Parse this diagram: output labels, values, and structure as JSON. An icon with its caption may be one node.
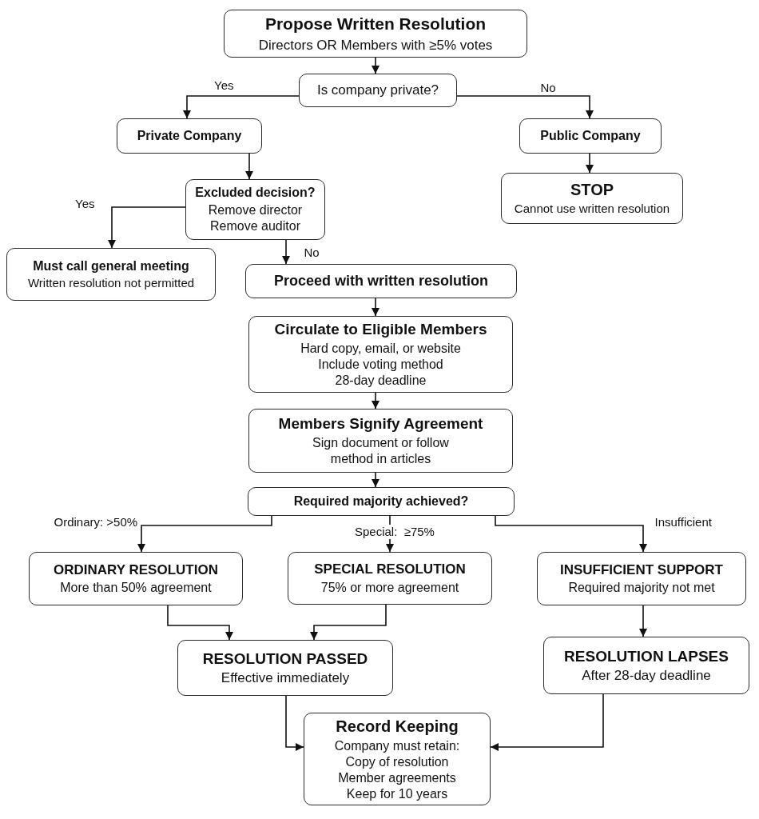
{
  "diagram": {
    "nodes": [
      {
        "text": [
          "Propose Written Resolution",
          "Directors OR Members with ≥5% votes"
        ]
      },
      {
        "text": [
          "Is company private?"
        ]
      },
      {
        "text": [
          "Private Company"
        ]
      },
      {
        "text": [
          "Public Company"
        ]
      },
      {
        "text": [
          "STOP",
          "Cannot use written resolution"
        ]
      },
      {
        "text": [
          "Excluded decision?",
          "Remove director",
          "Remove auditor"
        ]
      },
      {
        "text": [
          "Must call general meeting",
          "Written resolution not permitted"
        ]
      },
      {
        "text": [
          "Proceed with written resolution"
        ]
      },
      {
        "text": [
          "Circulate to Eligible Members",
          "Hard copy, email, or website",
          "Include voting method",
          "28-day deadline"
        ]
      },
      {
        "text": [
          "Members Signify Agreement",
          "Sign document or follow method in articles"
        ]
      },
      {
        "text": [
          "Required majority achieved?"
        ]
      },
      {
        "text": [
          "ORDINARY RESOLUTION",
          "More than 50% agreement"
        ]
      },
      {
        "text": [
          "SPECIAL RESOLUTION",
          "75% or more agreement"
        ]
      },
      {
        "text": [
          "INSUFFICIENT SUPPORT",
          "Required majority not met"
        ]
      },
      {
        "text": [
          "RESOLUTION PASSED",
          "Effective immediately"
        ]
      },
      {
        "text": [
          "RESOLUTION LAPSES",
          "After 28-day deadline"
        ]
      },
      {
        "text": [
          "Record Keeping",
          "Company must retain:",
          "Copy of resolution",
          "Member agreements",
          "Keep for 10 years"
        ]
      }
    ],
    "edges": [
      {
        "from": 0,
        "to": 1,
        "arrow": "to"
      },
      {
        "from": 1,
        "to": 2,
        "arrow": "to",
        "label": "Yes"
      },
      {
        "from": 1,
        "to": 3,
        "arrow": "to",
        "label": "No"
      },
      {
        "from": 2,
        "to": 5,
        "arrow": "to"
      },
      {
        "from": 3,
        "to": 4,
        "arrow": "to"
      },
      {
        "from": 5,
        "to": 6,
        "arrow": "to",
        "label": "Yes"
      },
      {
        "from": 5,
        "to": 7,
        "arrow": "to",
        "label": "No"
      },
      {
        "from": 7,
        "to": 8,
        "arrow": "to"
      },
      {
        "from": 8,
        "to": 9,
        "arrow": "to"
      },
      {
        "from": 9,
        "to": 10,
        "arrow": "to"
      },
      {
        "from": 10,
        "to": 11,
        "arrow": "to",
        "label": "Ordinary: >50%"
      },
      {
        "from": 10,
        "to": 12,
        "arrow": "to",
        "label": "Special:  ≥75%"
      },
      {
        "from": 10,
        "to": 13,
        "arrow": "to",
        "label": "Insufficient"
      },
      {
        "from": 11,
        "to": 14,
        "arrow": "to"
      },
      {
        "from": 12,
        "to": 14,
        "arrow": "to"
      },
      {
        "from": 13,
        "to": 15,
        "arrow": "to"
      },
      {
        "from": 14,
        "to": 16,
        "arrow": "to"
      },
      {
        "from": 15,
        "to": 16,
        "arrow": "to"
      }
    ]
  }
}
